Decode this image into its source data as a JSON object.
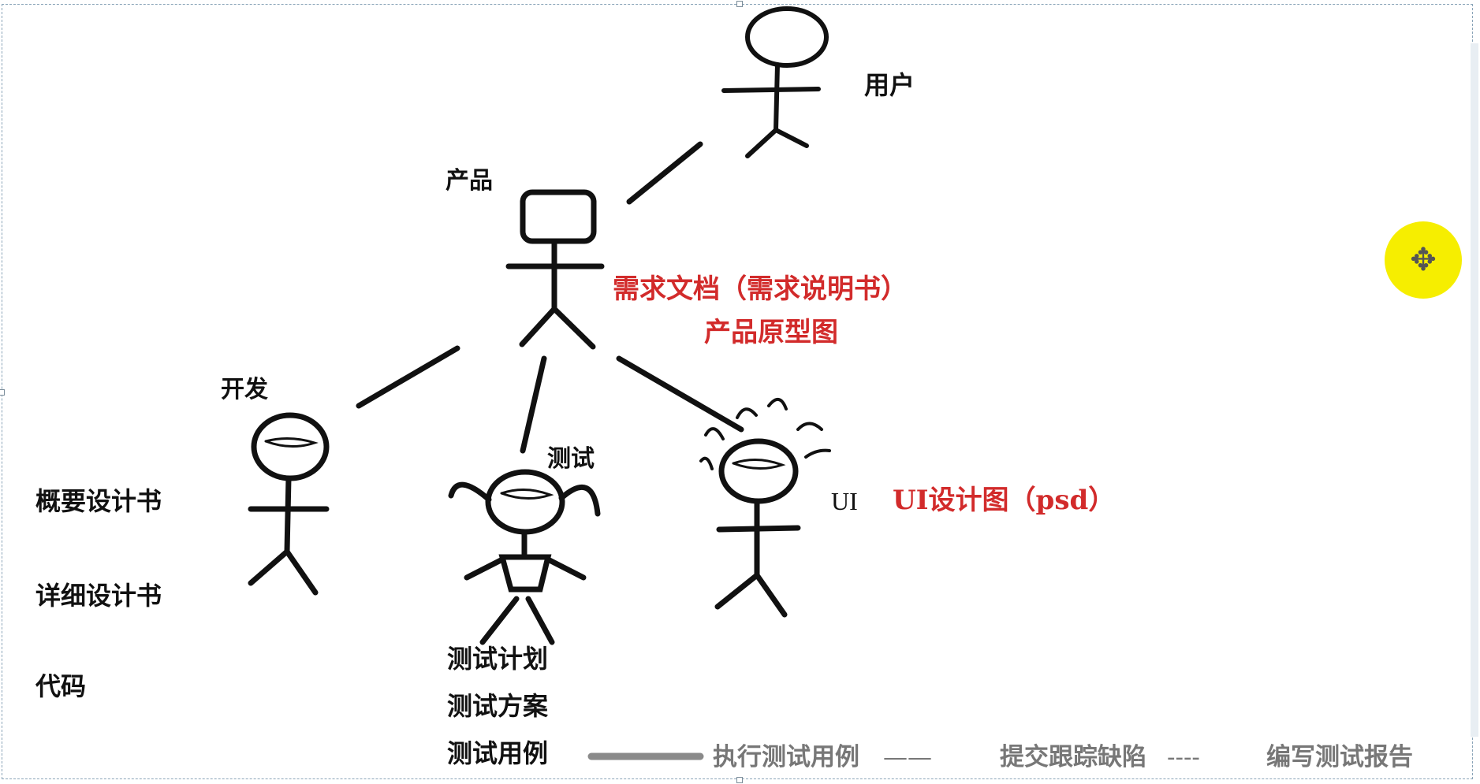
{
  "roles": {
    "user": "用户",
    "product": "产品",
    "dev": "开发",
    "test": "测试",
    "ui": "UI"
  },
  "product_docs": {
    "line1": "需求文档（需求说明书）",
    "line2": "产品原型图"
  },
  "ui_doc": "UI设计图（psd）",
  "dev_docs": [
    "概要设计书",
    "详细设计书",
    "代码"
  ],
  "test_docs": [
    "测试计划",
    "测试方案",
    "测试用例"
  ],
  "workflow": {
    "step1": "执行测试用例",
    "sep1": "——",
    "step2": "提交跟踪缺陷",
    "sep2": "----",
    "step3": "编写测试报告"
  },
  "colors": {
    "ink": "#111111",
    "red": "#d22b2b",
    "grey": "#777777",
    "cursor": "#f6ee00"
  },
  "icons": {
    "cursor": "move-cursor-icon"
  }
}
